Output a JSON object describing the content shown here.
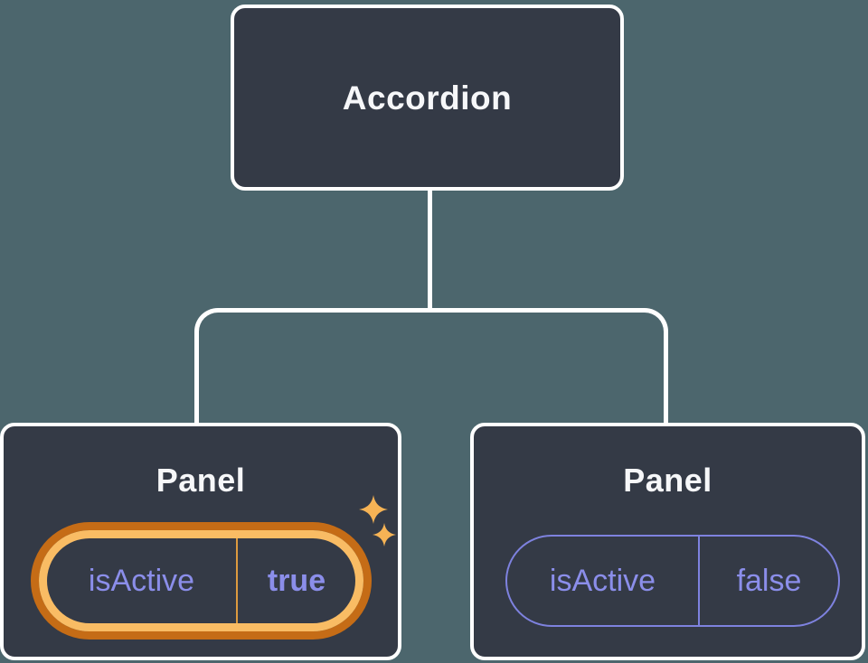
{
  "root_node": {
    "label": "Accordion"
  },
  "panels": [
    {
      "label": "Panel",
      "state_key": "isActive",
      "state_value": "true",
      "highlighted": true
    },
    {
      "label": "Panel",
      "state_key": "isActive",
      "state_value": "false",
      "highlighted": false
    }
  ],
  "icons": {
    "sparkle_large": "sparkle-icon",
    "sparkle_small": "sparkle-icon"
  },
  "colors": {
    "background": "#4C666D",
    "node_background": "#343A46",
    "node_border": "#FFFFFF",
    "title_text": "#F6F7F9",
    "state_text": "#8B8EEA",
    "state_border": "#7E82DF",
    "highlight_outer": "#C56C16",
    "highlight_inner": "#F9BC64",
    "highlight_divider": "#DD9A3F",
    "sparkle": "#F6B355",
    "connector": "#FFFFFF"
  }
}
